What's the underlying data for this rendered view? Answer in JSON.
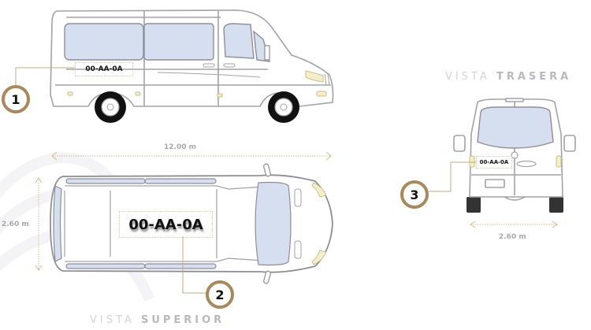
{
  "views": {
    "side": {
      "marker": "1",
      "plate": "00-AA-0A"
    },
    "top": {
      "title_light": "VISTA",
      "title_bold": "SUPERIOR",
      "marker": "2",
      "plate": "00-AA-0A",
      "length_label": "12.00 m",
      "width_label": "2.60 m"
    },
    "rear": {
      "title_light": "VISTA",
      "title_bold": "TRASERA",
      "marker": "3",
      "plate": "00-AA-0A",
      "width_label": "2.60 m"
    }
  },
  "colors": {
    "outline": "#9a9aa0",
    "glass": "#d6dff0",
    "accent": "#a9885a",
    "lamp": "#f4efc8",
    "tire": "#111111"
  }
}
